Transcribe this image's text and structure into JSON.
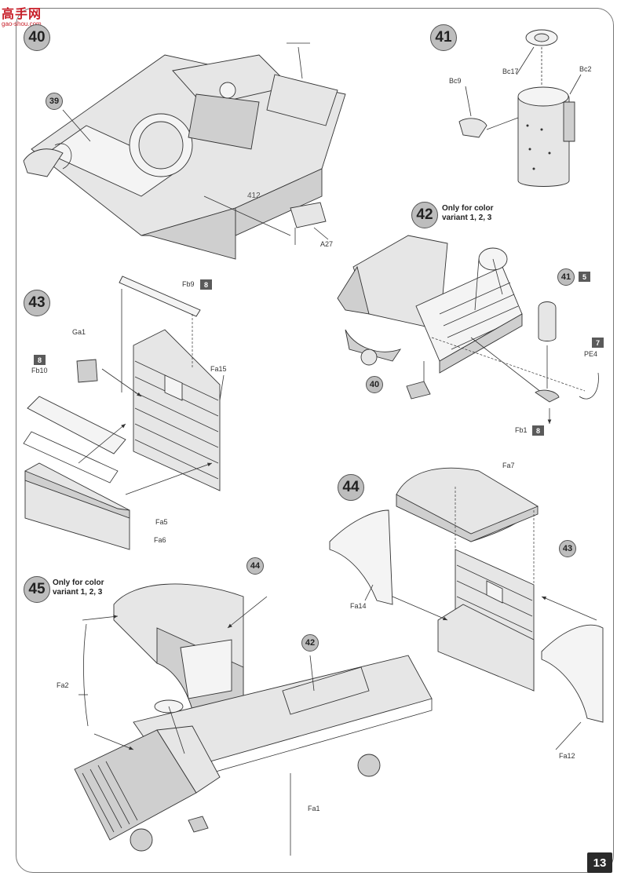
{
  "watermark": {
    "logo": "高手网",
    "url": "gao-shou.com"
  },
  "page_number": "13",
  "steps": [
    {
      "number": "40"
    },
    {
      "number": "41"
    },
    {
      "number": "42",
      "note_line1": "Only for color",
      "note_line2": "variant 1, 2, 3"
    },
    {
      "number": "43"
    },
    {
      "number": "44"
    },
    {
      "number": "45",
      "note_line1": "Only for color",
      "note_line2": "variant 1, 2, 3"
    }
  ],
  "callouts": {
    "step40_ref39": "39",
    "step42_ref41": "41",
    "step42_ref40": "40",
    "step44_ref43": "43",
    "step45_ref44": "44",
    "step45_ref42": "42"
  },
  "part_labels": {
    "A27": "A27",
    "Bc9": "Bc9",
    "Bc17": "Bc17",
    "Bc2": "Bc2",
    "Fb9": "Fb9",
    "Ga1": "Ga1",
    "Fa15": "Fa15",
    "Fb10": "Fb10",
    "Fa5": "Fa5",
    "Fa6": "Fa6",
    "PE4": "PE4",
    "Fb1": "Fb1",
    "Fa7": "Fa7",
    "Fa14": "Fa14",
    "Fa12": "Fa12",
    "Fa2": "Fa2",
    "Fa1": "Fa1"
  },
  "color_tags": {
    "Fb9": "8",
    "Fb10": "8",
    "step42_41": "5",
    "PE4": "7",
    "Fb1": "8"
  }
}
